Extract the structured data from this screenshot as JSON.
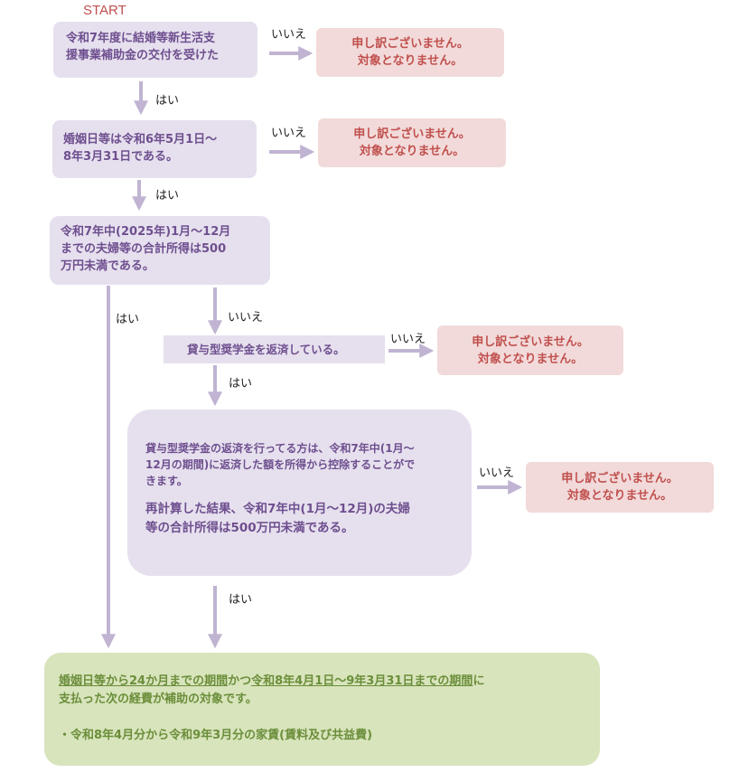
{
  "start": "START",
  "yes": "はい",
  "no": "いいえ",
  "q1": {
    "line1": "令和7年度に結婚等新生活支",
    "line2": "援事業補助金の交付を受けた"
  },
  "q2": {
    "line1": "婚姻日等は令和6年5月1日～",
    "line2": "8年3月31日である。"
  },
  "q3": {
    "line1": "令和7年中(2025年)1月～12月",
    "line2": "までの夫婦等の合計所得は500",
    "line3": "万円未満である。"
  },
  "q4": {
    "text": "貸与型奨学金を返済している。"
  },
  "q5": {
    "para1_line1": "貸与型奨学金の返済を行ってる方は、令和7年中(1月～",
    "para1_line2": "12月の期間)に返済した額を所得から控除することがで",
    "para1_line3": "きます。",
    "para2_line1": "再計算した結果、令和7年中(1月～12月)の夫婦",
    "para2_line2": "等の合計所得は500万円未満である。"
  },
  "ng": {
    "line1": "申し訳ございません。",
    "line2": "対象となりません。"
  },
  "result": {
    "part1": "婚姻日等から24か月までの期間",
    "part2": "かつ",
    "part3": "令和8年4月1日～9年3月31日までの期間",
    "part4": "に",
    "line2": "支払った次の経費が補助の対象です。",
    "item": "・令和8年4月分から令和9年3月分の家賃(賃料及び共益費)"
  },
  "colors": {
    "question_bg": "#e6e0ee",
    "question_text": "#6e4f8f",
    "ng_bg": "#f2dada",
    "ng_text": "#c0504d",
    "result_bg": "#d8e4bc",
    "result_text": "#6b8e3a",
    "arrow": "#c0b4d2"
  }
}
